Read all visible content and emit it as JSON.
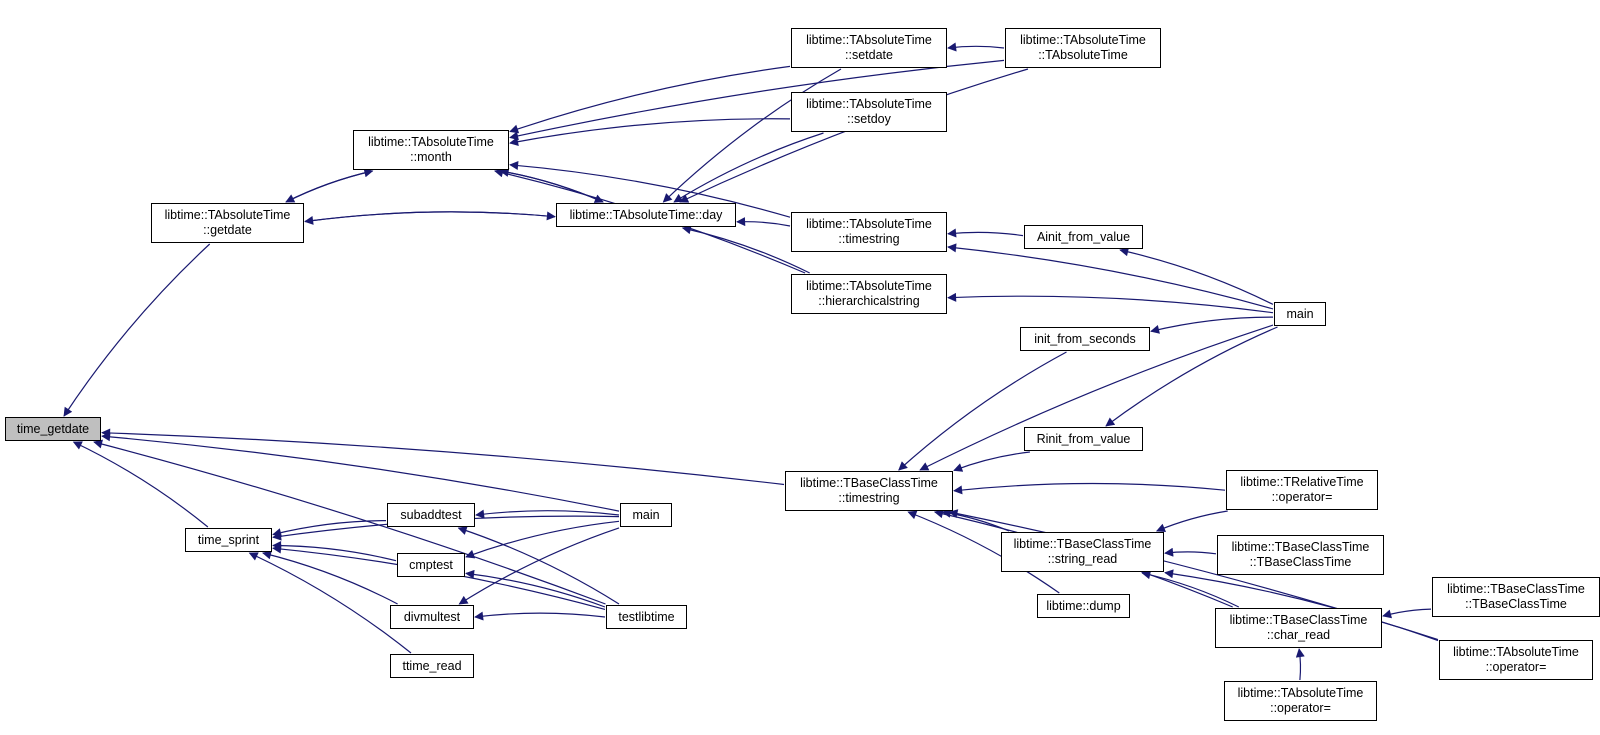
{
  "colors": {
    "edge": "#191970",
    "root_fill": "#bfbfbf",
    "node_fill": "#ffffff",
    "border": "#000000"
  },
  "nodes": {
    "time_getdate": {
      "lines": [
        "time_getdate"
      ]
    },
    "getdate": {
      "lines": [
        "libtime::TAbsoluteTime",
        "::getdate"
      ]
    },
    "month": {
      "lines": [
        "libtime::TAbsoluteTime",
        "::month"
      ]
    },
    "day": {
      "lines": [
        "libtime::TAbsoluteTime::day"
      ]
    },
    "setdate": {
      "lines": [
        "libtime::TAbsoluteTime",
        "::setdate"
      ]
    },
    "tabsctor": {
      "lines": [
        "libtime::TAbsoluteTime",
        "::TAbsoluteTime"
      ]
    },
    "setdoy": {
      "lines": [
        "libtime::TAbsoluteTime",
        "::setdoy"
      ]
    },
    "abs_timestring": {
      "lines": [
        "libtime::TAbsoluteTime",
        "::timestring"
      ]
    },
    "ainit": {
      "lines": [
        "Ainit_from_value"
      ]
    },
    "hier": {
      "lines": [
        "libtime::TAbsoluteTime",
        "::hierarchicalstring"
      ]
    },
    "main_r": {
      "lines": [
        "main"
      ]
    },
    "init_sec": {
      "lines": [
        "init_from_seconds"
      ]
    },
    "rinit": {
      "lines": [
        "Rinit_from_value"
      ]
    },
    "base_timestring": {
      "lines": [
        "libtime::TBaseClassTime",
        "::timestring"
      ]
    },
    "rel_op": {
      "lines": [
        "libtime::TRelativeTime",
        "::operator="
      ]
    },
    "string_read": {
      "lines": [
        "libtime::TBaseClassTime",
        "::string_read"
      ]
    },
    "base_ctor1": {
      "lines": [
        "libtime::TBaseClassTime",
        "::TBaseClassTime"
      ]
    },
    "dump": {
      "lines": [
        "libtime::dump"
      ]
    },
    "char_read": {
      "lines": [
        "libtime::TBaseClassTime",
        "::char_read"
      ]
    },
    "base_ctor2": {
      "lines": [
        "libtime::TBaseClassTime",
        "::TBaseClassTime"
      ]
    },
    "abs_op2": {
      "lines": [
        "libtime::TAbsoluteTime",
        "::operator="
      ]
    },
    "abs_op1": {
      "lines": [
        "libtime::TAbsoluteTime",
        "::operator="
      ]
    },
    "time_sprint": {
      "lines": [
        "time_sprint"
      ]
    },
    "subaddtest": {
      "lines": [
        "subaddtest"
      ]
    },
    "cmptest": {
      "lines": [
        "cmptest"
      ]
    },
    "divmultest": {
      "lines": [
        "divmultest"
      ]
    },
    "ttime_read": {
      "lines": [
        "ttime_read"
      ]
    },
    "main_l": {
      "lines": [
        "main"
      ]
    },
    "testlibtime": {
      "lines": [
        "testlibtime"
      ]
    }
  },
  "edges": [
    [
      "getdate",
      "time_getdate"
    ],
    [
      "month",
      "getdate"
    ],
    [
      "day",
      "getdate"
    ],
    [
      "day",
      "month"
    ],
    [
      "setdate",
      "month"
    ],
    [
      "setdoy",
      "month"
    ],
    [
      "abs_timestring",
      "month"
    ],
    [
      "hier",
      "month"
    ],
    [
      "tabsctor",
      "month"
    ],
    [
      "getdate",
      "month"
    ],
    [
      "month",
      "day"
    ],
    [
      "getdate",
      "day"
    ],
    [
      "setdate",
      "day"
    ],
    [
      "setdoy",
      "day"
    ],
    [
      "abs_timestring",
      "day"
    ],
    [
      "hier",
      "day"
    ],
    [
      "tabsctor",
      "day"
    ],
    [
      "tabsctor",
      "setdate"
    ],
    [
      "ainit",
      "abs_timestring"
    ],
    [
      "main_r",
      "abs_timestring"
    ],
    [
      "main_r",
      "ainit"
    ],
    [
      "main_r",
      "hier"
    ],
    [
      "main_r",
      "init_sec"
    ],
    [
      "main_r",
      "rinit"
    ],
    [
      "base_timestring",
      "time_getdate"
    ],
    [
      "init_sec",
      "base_timestring"
    ],
    [
      "rinit",
      "base_timestring"
    ],
    [
      "main_r",
      "base_timestring"
    ],
    [
      "rel_op",
      "base_timestring"
    ],
    [
      "string_read",
      "base_timestring"
    ],
    [
      "dump",
      "base_timestring"
    ],
    [
      "char_read",
      "base_timestring"
    ],
    [
      "abs_op2",
      "base_timestring"
    ],
    [
      "rel_op",
      "string_read"
    ],
    [
      "base_ctor1",
      "string_read"
    ],
    [
      "char_read",
      "string_read"
    ],
    [
      "abs_op2",
      "string_read"
    ],
    [
      "base_ctor2",
      "char_read"
    ],
    [
      "abs_op1",
      "char_read"
    ],
    [
      "time_sprint",
      "time_getdate"
    ],
    [
      "main_l",
      "time_getdate"
    ],
    [
      "testlibtime",
      "time_getdate"
    ],
    [
      "subaddtest",
      "time_sprint"
    ],
    [
      "cmptest",
      "time_sprint"
    ],
    [
      "divmultest",
      "time_sprint"
    ],
    [
      "ttime_read",
      "time_sprint"
    ],
    [
      "main_l",
      "time_sprint"
    ],
    [
      "testlibtime",
      "time_sprint"
    ],
    [
      "main_l",
      "subaddtest"
    ],
    [
      "testlibtime",
      "subaddtest"
    ],
    [
      "main_l",
      "cmptest"
    ],
    [
      "testlibtime",
      "cmptest"
    ],
    [
      "main_l",
      "divmultest"
    ],
    [
      "testlibtime",
      "divmultest"
    ]
  ]
}
